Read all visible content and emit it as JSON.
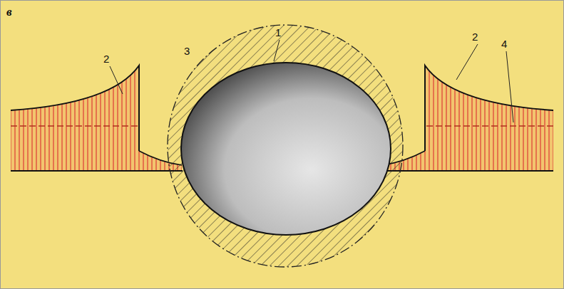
{
  "diagram": {
    "labels": [
      "в",
      "1",
      "2",
      "3",
      "2",
      "4"
    ]
  }
}
